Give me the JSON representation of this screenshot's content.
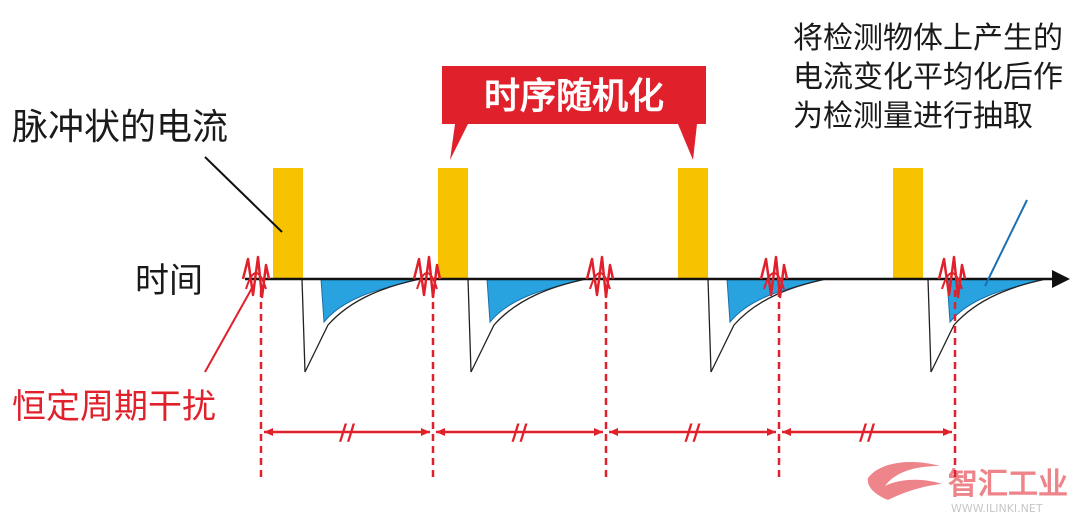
{
  "labels": {
    "pulse_current": "脉冲状的电流",
    "time": "时间",
    "interference": "恒定周期干扰",
    "timing_random": "时序随机化",
    "note_line1": "将检测物体上产生的",
    "note_line2": "电流变化平均化后作",
    "note_line3": "为检测量进行抽取",
    "interval_mark": "//"
  },
  "watermark": {
    "brand": "智汇工业",
    "url": "WWW.ILINKI.NET"
  },
  "colors": {
    "pulse": "#f7c200",
    "response": "#29a3e0",
    "interference": "#e0202a",
    "axis": "#111111",
    "callout": "#e0202a",
    "text": "#1a1a1a"
  }
}
